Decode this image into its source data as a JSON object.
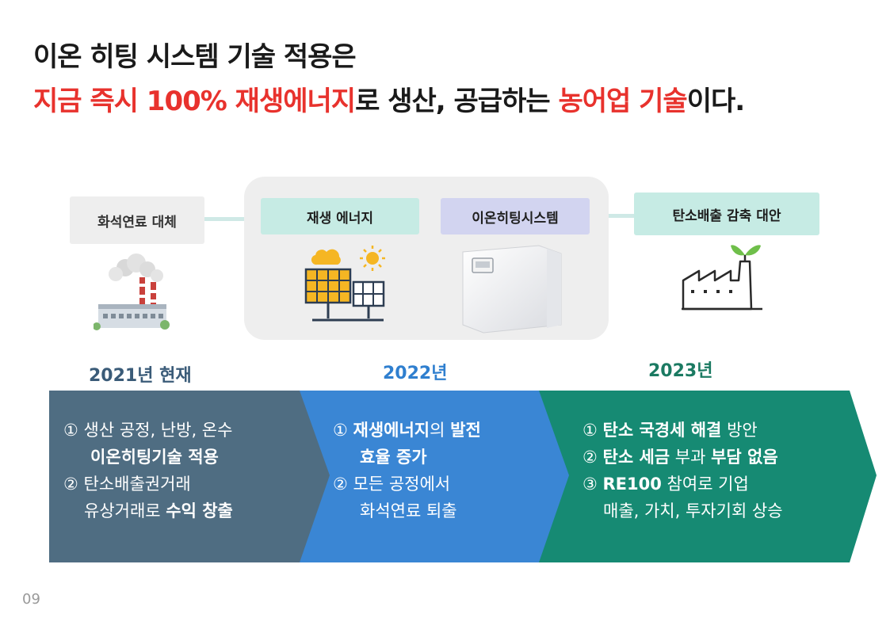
{
  "title": {
    "line1": "이온 히팅 시스템 기술 적용은",
    "line2_red_a": "지금 즉시 100% 재생에너지",
    "line2_black_a": "로 생산, 공급하는 ",
    "line2_red_b": "농어업 기술",
    "line2_black_b": "이다."
  },
  "labels": {
    "fossil": "화석연료 대체",
    "renewable": "재생 에너지",
    "ion_heating": "이온히팅시스템",
    "carbon": "탄소배출 감축 대안"
  },
  "years": {
    "y2021": "2021년 현재",
    "y2022": "2022년",
    "y2023": "2023년"
  },
  "steps": {
    "s1": {
      "l1": "① 생산 공정, 난방, 온수",
      "l2": "이온히팅기술 적용",
      "l3": "② 탄소배출권거래",
      "l4a": "유상거래로 ",
      "l4b": "수익 창출"
    },
    "s2": {
      "l1a": "① ",
      "l1b": "재생에너지",
      "l1c": "의 ",
      "l1d": "발전",
      "l2": "효율 증가",
      "l3": "② 모든 공정에서",
      "l4": "화석연료 퇴출"
    },
    "s3": {
      "l1a": "① ",
      "l1b": "탄소 국경세 해결",
      "l1c": " 방안",
      "l2a": "② ",
      "l2b": "탄소 세금",
      "l2c": " 부과 ",
      "l2d": "부담 없음",
      "l3a": "③ ",
      "l3b": "RE100",
      "l3c": " 참여로 기업",
      "l4": "매출, 가치, 투자기회 상승"
    }
  },
  "colors": {
    "accent_red": "#e8322d",
    "step1": "#4f6d82",
    "step2": "#3a86d4",
    "step3": "#168a73"
  },
  "icons": [
    "factory-smoke-icon",
    "solar-panel-icon",
    "ion-heater-unit-icon",
    "eco-factory-icon"
  ],
  "page_number": "09"
}
